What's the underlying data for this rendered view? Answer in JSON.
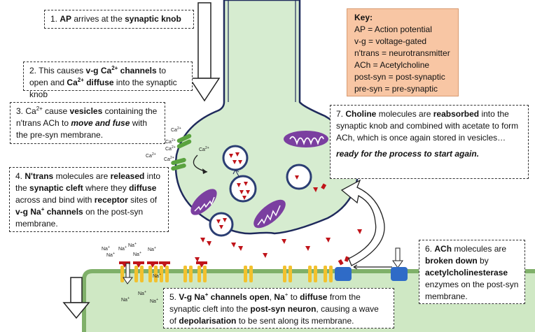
{
  "key": {
    "title": "Key:",
    "lines": [
      "AP = Action potential",
      "v-g = voltage-gated",
      "n'trans = neurotransmitter",
      "ACh = Acetylcholine",
      "post-syn = post-synaptic",
      "pre-syn = pre-synaptic"
    ]
  },
  "steps": {
    "s1": {
      "n": "1.",
      "t1": "AP",
      "t2": "arrives at the",
      "t3": "synaptic knob"
    },
    "s2": {
      "n": "2.",
      "t1": "This causes",
      "t2": "v-g Ca",
      "t3": "channels",
      "t4": "to open and",
      "t5": "Ca",
      "t6": "diffuse",
      "t7": "into the synaptic knob"
    },
    "s3": {
      "n": "3.",
      "t1": "Ca",
      "t2": "cause",
      "t3": "vesicles",
      "t4": "containing the n'trans ACh to",
      "t5": "move and fuse",
      "t6": "with the pre-syn membrane."
    },
    "s4": {
      "n": "4.",
      "t1": "N'trans",
      "t2": "molecules are",
      "t3": "released",
      "t4": "into the",
      "t5": "synaptic cleft",
      "t6": "where they",
      "t7": "diffuse",
      "t8": "across and bind with",
      "t9": "receptor",
      "t10": "sites of",
      "t11": "v-g Na",
      "t12": "channels",
      "t13": "on the post-syn membrane."
    },
    "s5": {
      "n": "5.",
      "t1": "V-g Na",
      "t2": "channels open",
      "t3": "Na",
      "t4": "to",
      "t5": "diffuse",
      "t6": "from the synaptic cleft into the",
      "t7": "post-syn neuron",
      "t8": ", causing a wave of",
      "t9": "depolarisation",
      "t10": "to be sent along its membrane."
    },
    "s6": {
      "n": "6.",
      "t1": "ACh",
      "t2": "molecules are",
      "t3": "broken down",
      "t4": "by",
      "t5": "acetylcholinesterase",
      "t6": "enzymes on the post-syn membrane."
    },
    "s7": {
      "n": "7.",
      "t1": "Choline",
      "t2": "molecules are",
      "t3": "reabsorbed",
      "t4": "into the synaptic knob and combined with acetate to form ACh, which is once again stored in vesicles…",
      "t5": "ready for the process to start again."
    }
  },
  "labels": {
    "ca": "Ca",
    "ca_charge": "2+",
    "na": "Na",
    "na_charge": "+"
  },
  "colors": {
    "knob_fill": "#d6ecd0",
    "knob_outline": "#1f2a5c",
    "cleft_membrane": "#7fb069",
    "postsyn_fill": "#cfe8c4",
    "ach": "#c0141a",
    "vesicle_fill": "#2b3e73",
    "mitochondria": "#7b3fa0",
    "ca_channel": "#5aa33f",
    "na_channel": "#f2c12e",
    "enzyme": "#2f6bc7",
    "key_bg": "#f8c6a4"
  }
}
